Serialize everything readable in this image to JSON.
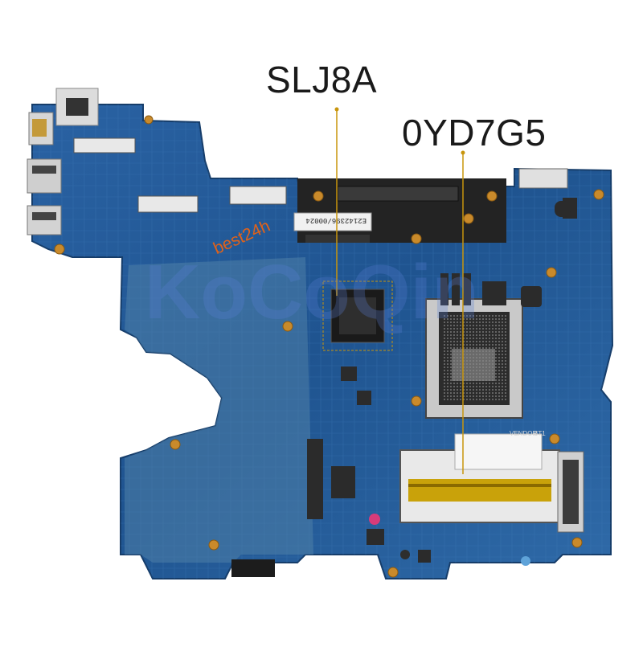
{
  "callouts": {
    "chip_label": "SLJ8A",
    "board_label": "0YD7G5"
  },
  "watermarks": {
    "seller": "best24h",
    "brand": "KoCoQin"
  },
  "board": {
    "sticker_code": "E2142396/00024",
    "vendor_text": "VENDOR",
    "bt_text": "BT1",
    "board_color": "#1e4f8a",
    "lead_color": "#c8950c"
  }
}
